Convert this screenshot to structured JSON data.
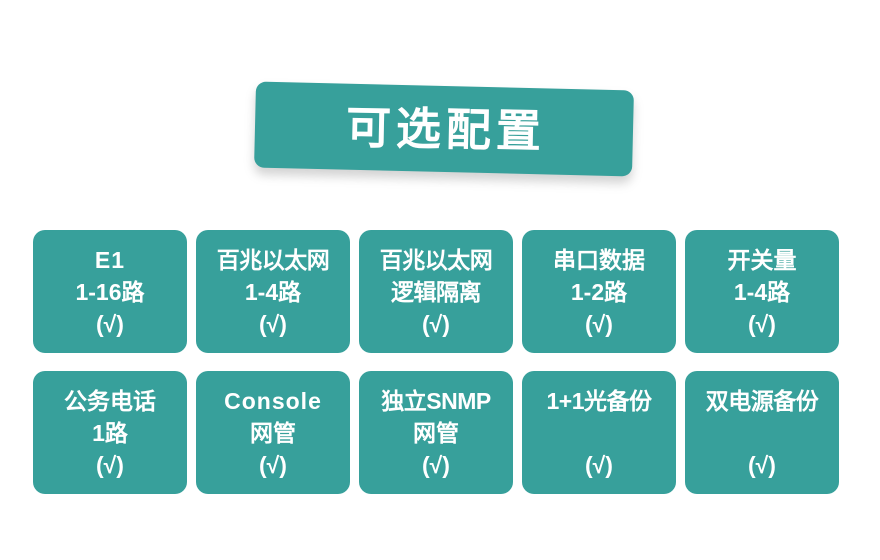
{
  "banner": {
    "title": "可选配置",
    "color": "#37a09b"
  },
  "theme": {
    "card_color": "#37a09b",
    "text_color": "#ffffff",
    "page_background": "#ffffff"
  },
  "cards": [
    {
      "name": "e1",
      "line1": "E1",
      "line2": "1-16路",
      "check": "(√)"
    },
    {
      "name": "fast-ethernet",
      "line1": "百兆以太网",
      "line2": "1-4路",
      "check": "(√)"
    },
    {
      "name": "fast-ethernet-logical-isolation",
      "line1": "百兆以太网",
      "line2": "逻辑隔离",
      "check": "(√)"
    },
    {
      "name": "serial-data",
      "line1": "串口数据",
      "line2": "1-2路",
      "check": "(√)"
    },
    {
      "name": "switching-value",
      "line1": "开关量",
      "line2": "1-4路",
      "check": "(√)"
    },
    {
      "name": "service-telephone",
      "line1": "公务电话",
      "line2": "1路",
      "check": "(√)"
    },
    {
      "name": "console-management",
      "line1": "Console",
      "line2": "网管",
      "check": "(√)"
    },
    {
      "name": "independent-snmp",
      "line1": "独立SNMP",
      "line2": "网管",
      "check": "(√)"
    },
    {
      "name": "optical-backup",
      "line1": "1+1光备份",
      "line2": "",
      "check": "(√)"
    },
    {
      "name": "dual-power-backup",
      "line1": "双电源备份",
      "line2": "",
      "check": "(√)"
    }
  ]
}
